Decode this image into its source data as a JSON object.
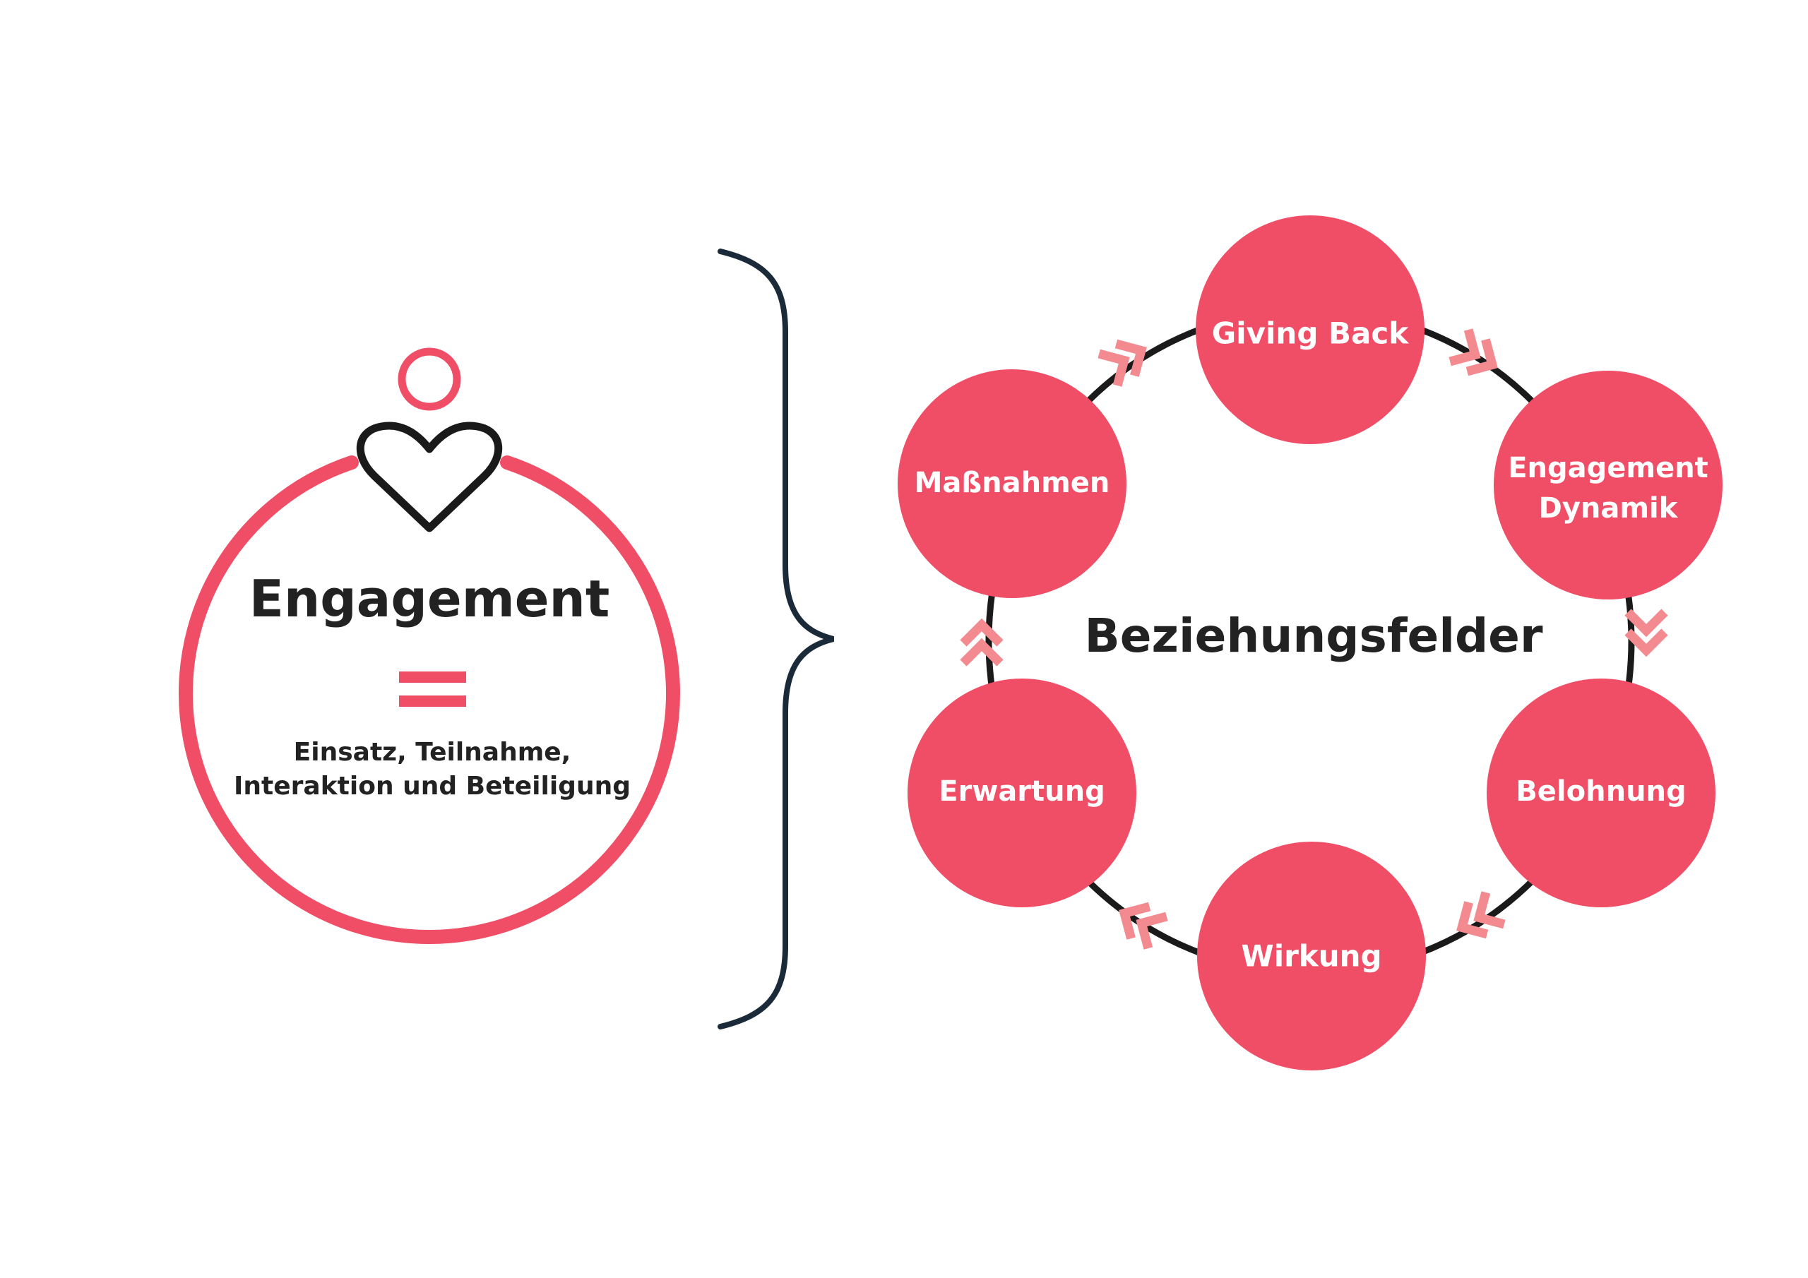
{
  "colors": {
    "accent": "#F04E66",
    "dark": "#222222",
    "brace": "#1B2A38",
    "chevron": "#F28A8F",
    "ring": "#1a1a1a",
    "node_text": "#FFFFFF"
  },
  "left_panel": {
    "title": "Engagement",
    "equals_icon": "equals-icon",
    "person_icon": "person-heart-icon",
    "description_line1": "Einsatz, Teilnahme,",
    "description_line2": "Interaktion und Beteiligung"
  },
  "right_panel": {
    "center_title": "Beziehungsfelder",
    "nodes": [
      {
        "id": "giving-back",
        "lines": [
          "Giving Back"
        ]
      },
      {
        "id": "engagement-dynamik",
        "lines": [
          "Engagement",
          "Dynamik"
        ]
      },
      {
        "id": "belohnung",
        "lines": [
          "Belohnung"
        ]
      },
      {
        "id": "wirkung",
        "lines": [
          "Wirkung"
        ]
      },
      {
        "id": "erwartung",
        "lines": [
          "Erwartung"
        ]
      },
      {
        "id": "massnahmen",
        "lines": [
          "Maßnahmen"
        ]
      }
    ]
  }
}
